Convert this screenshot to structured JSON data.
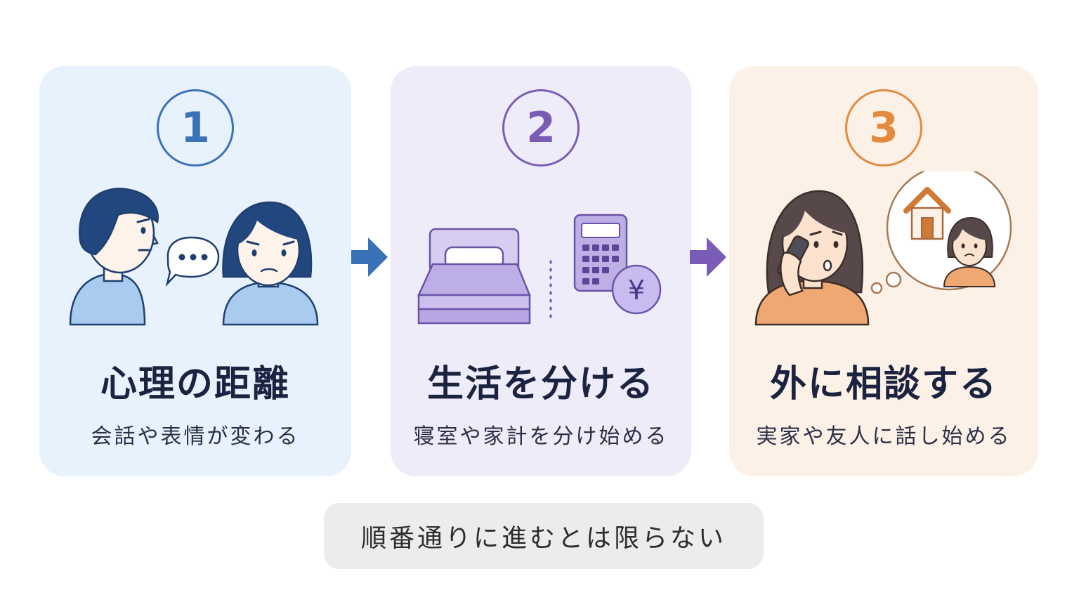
{
  "steps": [
    {
      "number": "1",
      "title": "心理の距離",
      "subtitle": "会話や表情が変わる",
      "accent": "#3a72b8",
      "background": "#e8f2fd",
      "icons": [
        "man-face-icon",
        "speech-bubble-icon",
        "woman-face-icon"
      ]
    },
    {
      "number": "2",
      "title": "生活を分ける",
      "subtitle": "寝室や家計を分け始める",
      "accent": "#7a5cb6",
      "background": "#efecf9",
      "icons": [
        "bed-icon",
        "calculator-icon",
        "yen-coin-icon"
      ],
      "coin_symbol": "¥"
    },
    {
      "number": "3",
      "title": "外に相談する",
      "subtitle": "実家や友人に話し始める",
      "accent": "#e48a3e",
      "background": "#fcf1e7",
      "icons": [
        "woman-on-phone-icon",
        "thought-bubble-icon",
        "house-icon"
      ]
    }
  ],
  "arrows": [
    {
      "color": "#3a72b8",
      "icon": "arrow-right-icon"
    },
    {
      "color": "#7a5cb6",
      "icon": "arrow-right-icon"
    }
  ],
  "note": {
    "text": "順番通りに進むとは限らない",
    "background": "#ececec"
  }
}
